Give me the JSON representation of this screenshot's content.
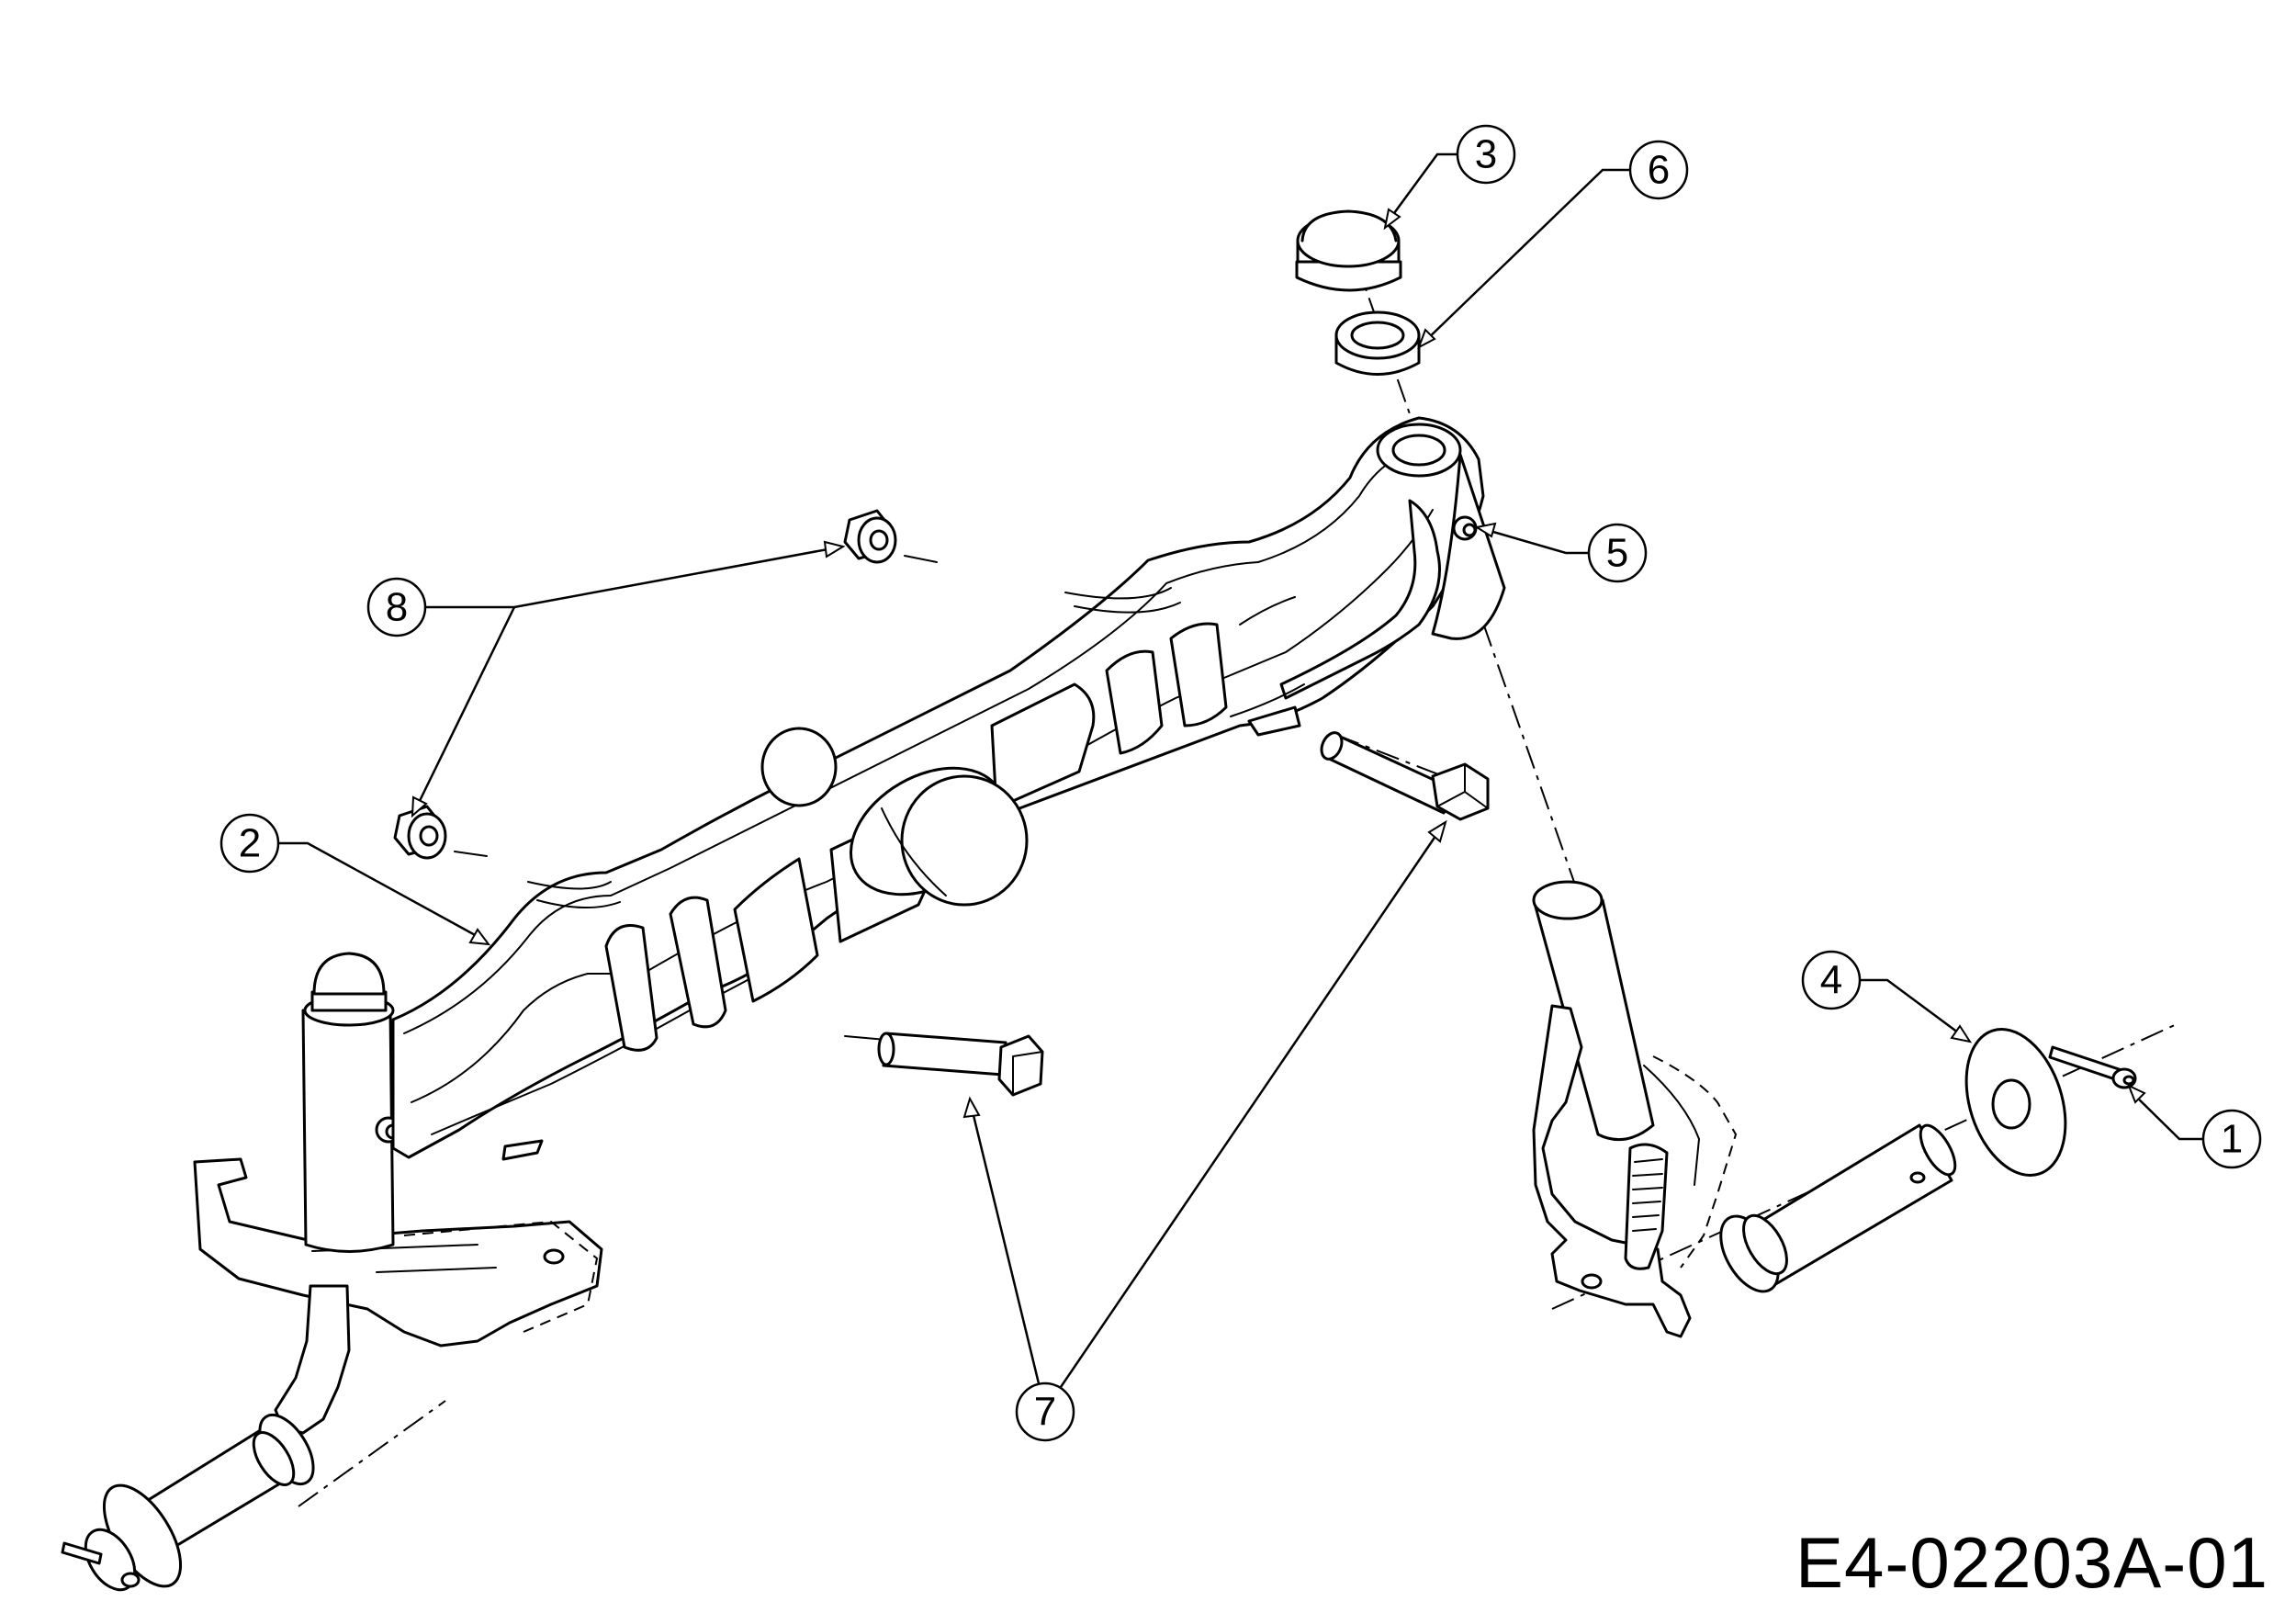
{
  "drawing_code": "E4-02203A-01",
  "callouts": [
    "1",
    "2",
    "3",
    "4",
    "5",
    "6",
    "7",
    "8"
  ],
  "line_color": "#000000",
  "background_color": "#ffffff"
}
